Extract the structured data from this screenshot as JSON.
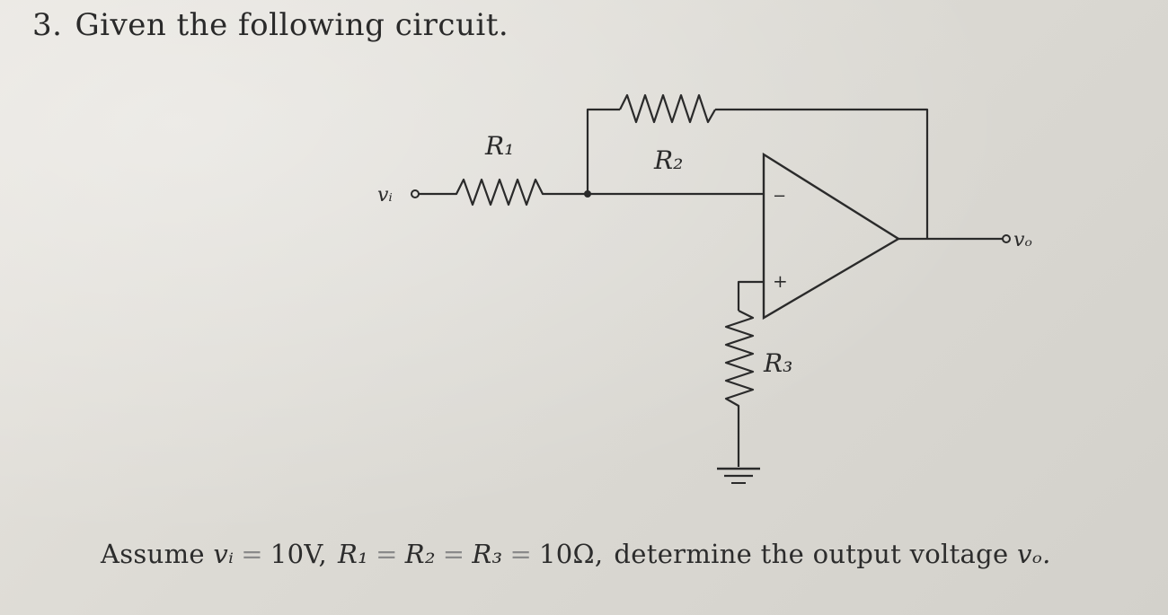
{
  "heading": {
    "number": "3.",
    "text": "Given the following circuit."
  },
  "circuit": {
    "labels": {
      "input": "vᵢ",
      "output": "vₒ",
      "r1": "R₁",
      "r2": "R₂",
      "r3": "R₃",
      "inverting": "−",
      "noninverting": "+"
    }
  },
  "statement": {
    "assume": "Assume",
    "vi": "vᵢ",
    "eq": "=",
    "vi_value": "10V,",
    "r1": "R₁",
    "r2": "R₂",
    "r3": "R₃",
    "r_value": "10Ω,",
    "tail": "determine the output voltage",
    "vo": "vₒ."
  }
}
